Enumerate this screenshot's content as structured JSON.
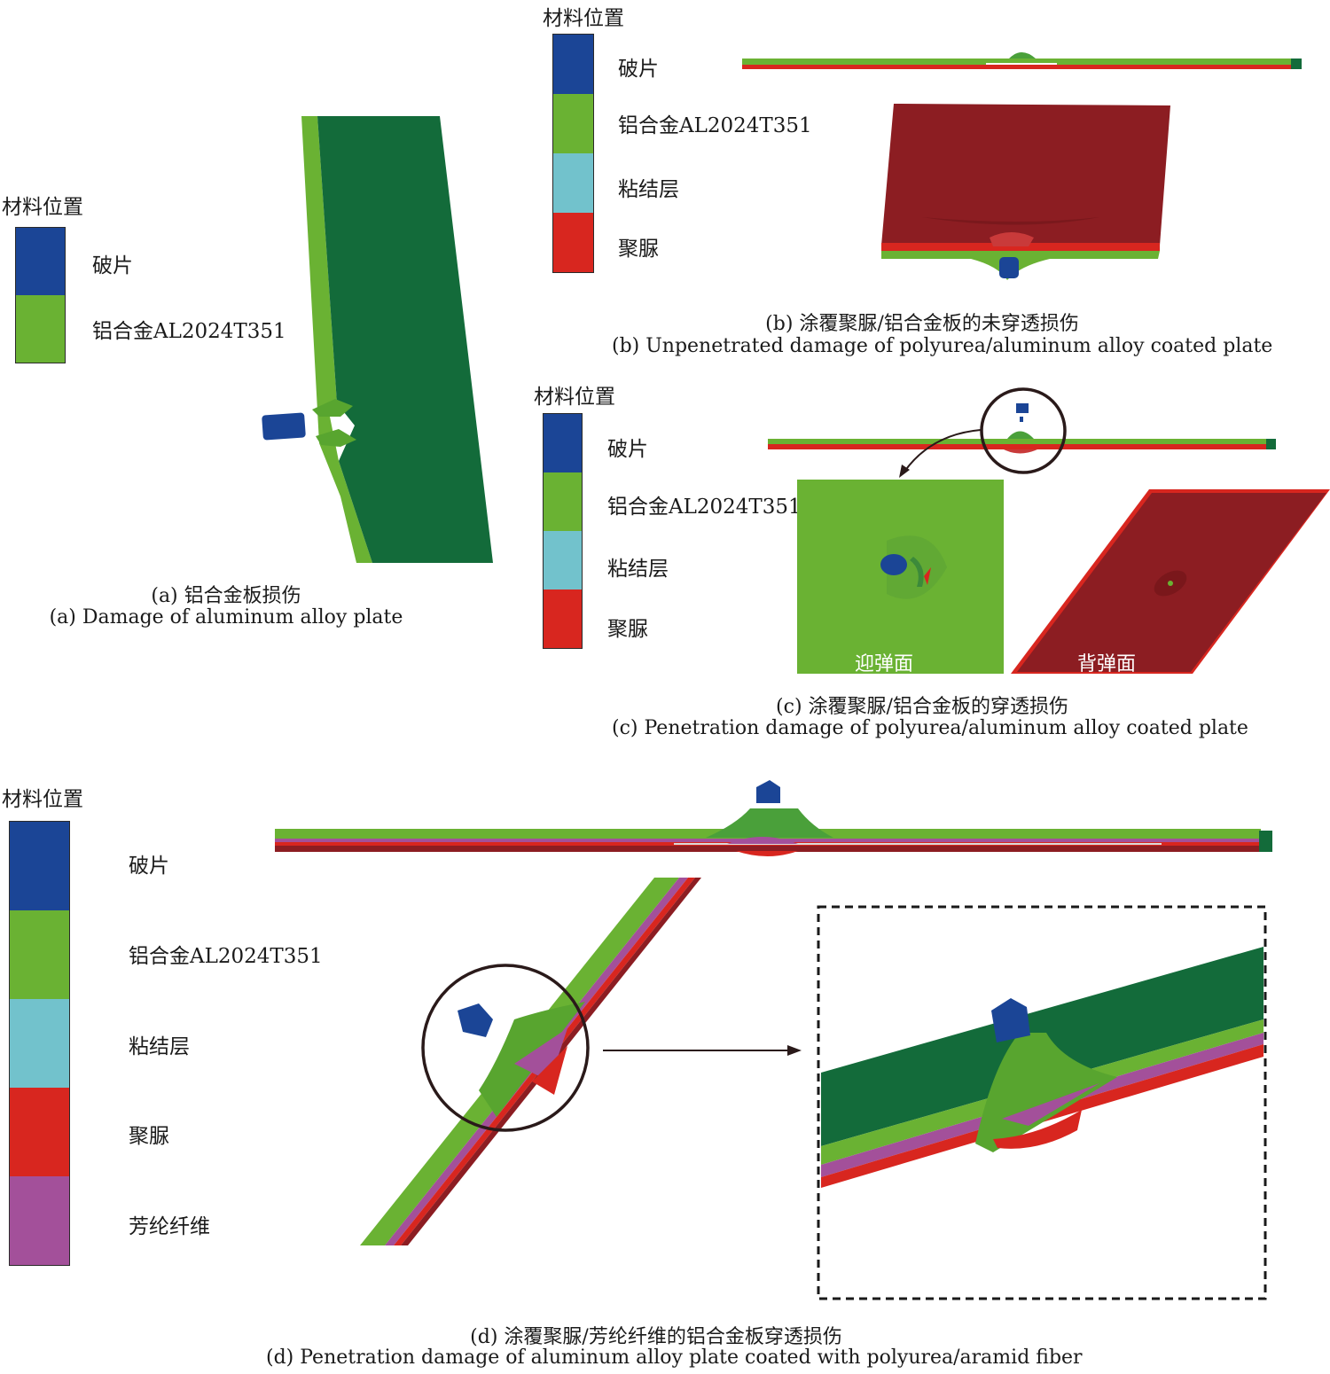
{
  "colors": {
    "fragment": "#1b4596",
    "aluminum": "#6ab233",
    "aluminum_dark": "#136b3a",
    "adhesive": "#72c2cc",
    "polyurea": "#d8261f",
    "polyurea_dark": "#8c1d22",
    "aramid": "#a3509a"
  },
  "panel_a": {
    "legend_title": "材料位置",
    "legend_items": [
      {
        "label": "破片",
        "color": "#1b4596"
      },
      {
        "label": "铝合金AL2024T351",
        "color": "#6ab233"
      }
    ],
    "caption_cn": "(a) 铝合金板损伤",
    "caption_en": "(a) Damage of aluminum alloy plate"
  },
  "panel_b": {
    "legend_title": "材料位置",
    "legend_items": [
      {
        "label": "破片",
        "color": "#1b4596"
      },
      {
        "label": "铝合金AL2024T351",
        "color": "#6ab233"
      },
      {
        "label": "粘结层",
        "color": "#72c2cc"
      },
      {
        "label": "聚脲",
        "color": "#d8261f"
      }
    ],
    "caption_cn": "(b) 涂覆聚脲/铝合金板的未穿透损伤",
    "caption_en": "(b) Unpenetrated damage of polyurea/aluminum alloy coated plate"
  },
  "panel_c": {
    "legend_title": "材料位置",
    "legend_items": [
      {
        "label": "破片",
        "color": "#1b4596"
      },
      {
        "label": "铝合金AL2024T351",
        "color": "#6ab233"
      },
      {
        "label": "粘结层",
        "color": "#72c2cc"
      },
      {
        "label": "聚脲",
        "color": "#d8261f"
      }
    ],
    "front_face_label": "迎弹面",
    "back_face_label": "背弹面",
    "caption_cn": "(c) 涂覆聚脲/铝合金板的穿透损伤",
    "caption_en": "(c) Penetration damage of polyurea/aluminum alloy coated plate"
  },
  "panel_d": {
    "legend_title": "材料位置",
    "legend_items": [
      {
        "label": "破片",
        "color": "#1b4596"
      },
      {
        "label": "铝合金AL2024T351",
        "color": "#6ab233"
      },
      {
        "label": "粘结层",
        "color": "#72c2cc"
      },
      {
        "label": "聚脲",
        "color": "#d8261f"
      },
      {
        "label": "芳纶纤维",
        "color": "#a3509a"
      }
    ],
    "caption_cn": "(d) 涂覆聚脲/芳纶纤维的铝合金板穿透损伤",
    "caption_en": "(d) Penetration damage of aluminum alloy plate coated with polyurea/aramid fiber"
  }
}
